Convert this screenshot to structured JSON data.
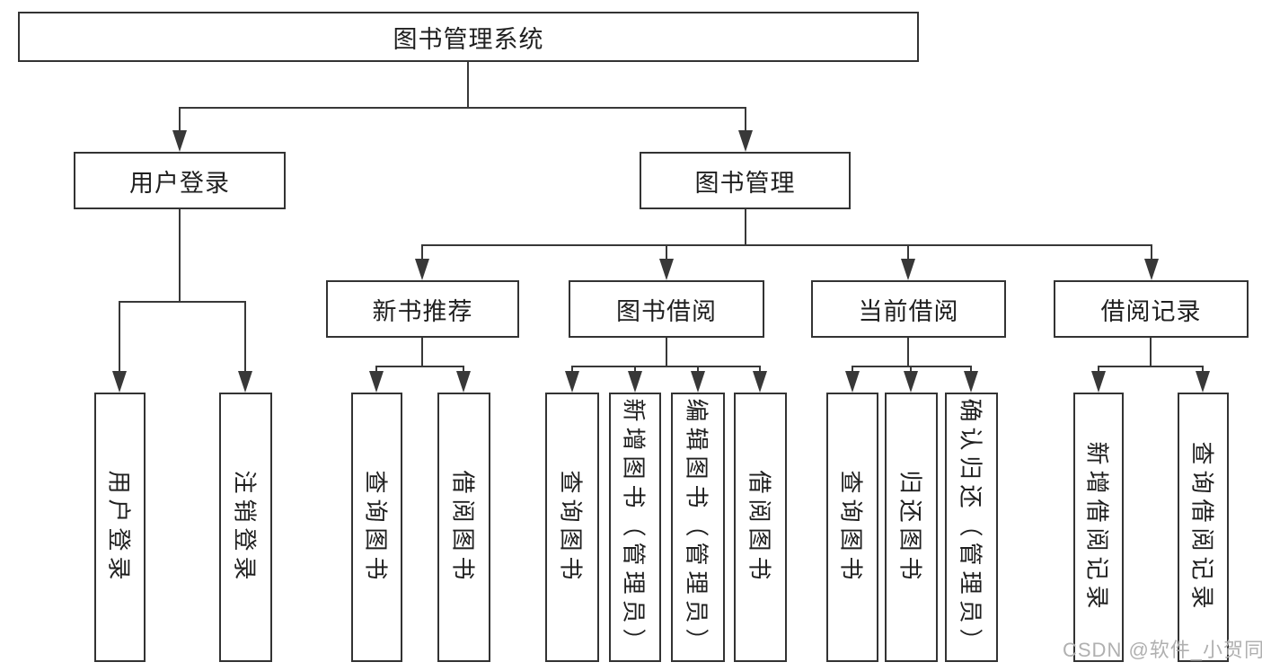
{
  "diagram": {
    "root": {
      "label": "图书管理系统"
    },
    "user_login": {
      "label": "用户登录",
      "children": [
        {
          "label": "用户登录"
        },
        {
          "label": "注销登录"
        }
      ]
    },
    "book_management": {
      "label": "图书管理",
      "children": [
        {
          "label": "新书推荐",
          "children": [
            {
              "label": "查询图书"
            },
            {
              "label": "借阅图书"
            }
          ]
        },
        {
          "label": "图书借阅",
          "children": [
            {
              "label": "查询图书"
            },
            {
              "label": "新增图书（管理员）"
            },
            {
              "label": "编辑图书（管理员）"
            },
            {
              "label": "借阅图书"
            }
          ]
        },
        {
          "label": "当前借阅",
          "children": [
            {
              "label": "查询图书"
            },
            {
              "label": "归还图书"
            },
            {
              "label": "确认归还（管理员）"
            }
          ]
        },
        {
          "label": "借阅记录",
          "children": [
            {
              "label": "新增借阅记录"
            },
            {
              "label": "查询借阅记录"
            }
          ]
        }
      ]
    }
  },
  "watermark": {
    "text": "CSDN @软件_小贺同学"
  },
  "colors": {
    "line": "#383838",
    "border": "#333333",
    "text": "#1f1f1f",
    "background": "#ffffff",
    "watermark": "#b0b0b0"
  }
}
